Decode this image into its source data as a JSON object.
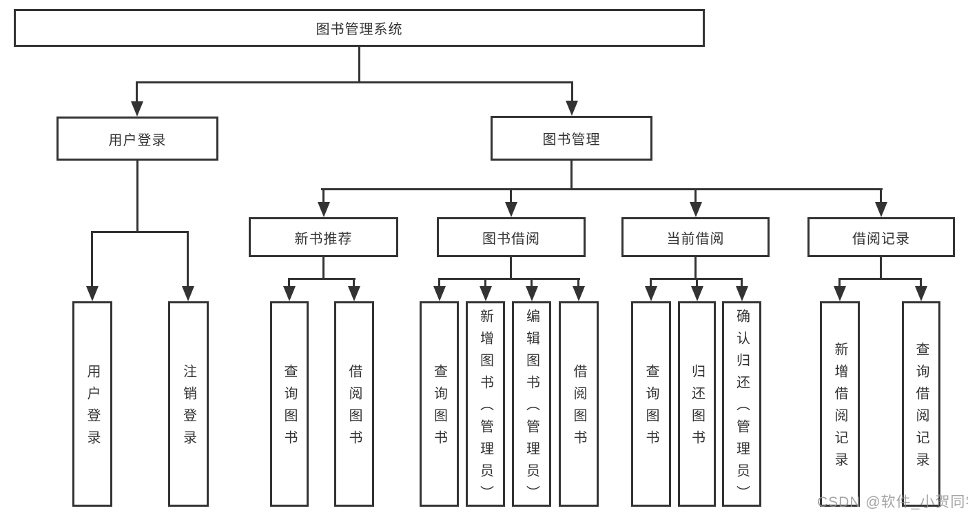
{
  "tree": {
    "root": {
      "label": "图书管理系统",
      "children": [
        {
          "label": "用户登录",
          "children": [
            {
              "label": "用户登录"
            },
            {
              "label": "注销登录"
            }
          ]
        },
        {
          "label": "图书管理",
          "children": [
            {
              "label": "新书推荐",
              "children": [
                {
                  "label": "查询图书"
                },
                {
                  "label": "借阅图书"
                }
              ]
            },
            {
              "label": "图书借阅",
              "children": [
                {
                  "label": "查询图书"
                },
                {
                  "label": "新增图书（管理员）"
                },
                {
                  "label": "编辑图书（管理员）"
                },
                {
                  "label": "借阅图书"
                }
              ]
            },
            {
              "label": "当前借阅",
              "children": [
                {
                  "label": "查询图书"
                },
                {
                  "label": "归还图书"
                },
                {
                  "label": "确认归还（管理员）"
                }
              ]
            },
            {
              "label": "借阅记录",
              "children": [
                {
                  "label": "新增借阅记录"
                },
                {
                  "label": "查询借阅记录"
                }
              ]
            }
          ]
        }
      ]
    }
  },
  "watermark": "CSDN @软件_小贺同学",
  "colors": {
    "line": "#333333",
    "text": "#333333",
    "background": "#ffffff",
    "watermark": "#919191"
  }
}
